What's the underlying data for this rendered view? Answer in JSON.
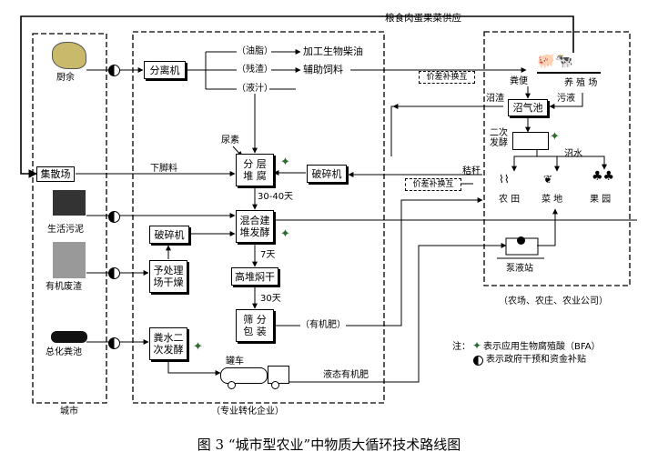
{
  "title_top": "粮食肉蛋果菜供应",
  "regions": {
    "city": "城市",
    "enterprise": "（专业转化企业）",
    "farm": "（农场、农庄、农业公司）"
  },
  "sources": {
    "kitchen": "厨余",
    "sludge": "生活污泥",
    "organic_waste": "有机废渣",
    "septic": "总化粪池",
    "market": "集散场"
  },
  "process": {
    "separator": "分离机",
    "oil": "（油脂）",
    "residue": "（残渣）",
    "liquid": "（液汁）",
    "biodiesel": "加工生物柴油",
    "feed": "辅助饲料",
    "urea": "尿素",
    "layered_1": "分 层",
    "layered_2": "堆 腐",
    "crusher_right": "破碎机",
    "leftovers": "下脚料",
    "days_3040": "30-40天",
    "mix_1": "混合建",
    "mix_2": "堆发酵",
    "crusher_left": "破碎机",
    "pre_1": "予处理",
    "pre_2": "场干燥",
    "days_7": "7天",
    "high_pile": "高堆焖干",
    "days_30": "30天",
    "screen_1": "筛 分",
    "screen_2": "包 装",
    "organic_fertilizer": "（有机肥）",
    "manure_1": "粪水二",
    "manure_2": "次发酵",
    "tanker": "罐车",
    "liquid_fertilizer": "液态有机肥"
  },
  "farm": {
    "livestock": "养 殖 场",
    "manure": "粪便",
    "biogas": "沼气池",
    "biogas_residue": "沼渣",
    "biogas_liquid": "污液",
    "second_1": "二次",
    "second_2": "发酵",
    "biogas_water": "沼水",
    "straw": "秸秆",
    "field": "农 田",
    "vegetable": "菜 地",
    "orchard": "果 园",
    "pump": "泵液站",
    "price_1": "价差补换互",
    "price_2": "价差补换互"
  },
  "notes": {
    "label": "注：",
    "bfa": "表示应用生物腐殖酸（BFA）",
    "gov": "表示政府干预和资金补贴"
  },
  "caption": "图 3 “城市型农业”中物质大循环技术路线图",
  "colors": {
    "line": "#000000",
    "bfa_leaf": "#2e6b2e"
  }
}
